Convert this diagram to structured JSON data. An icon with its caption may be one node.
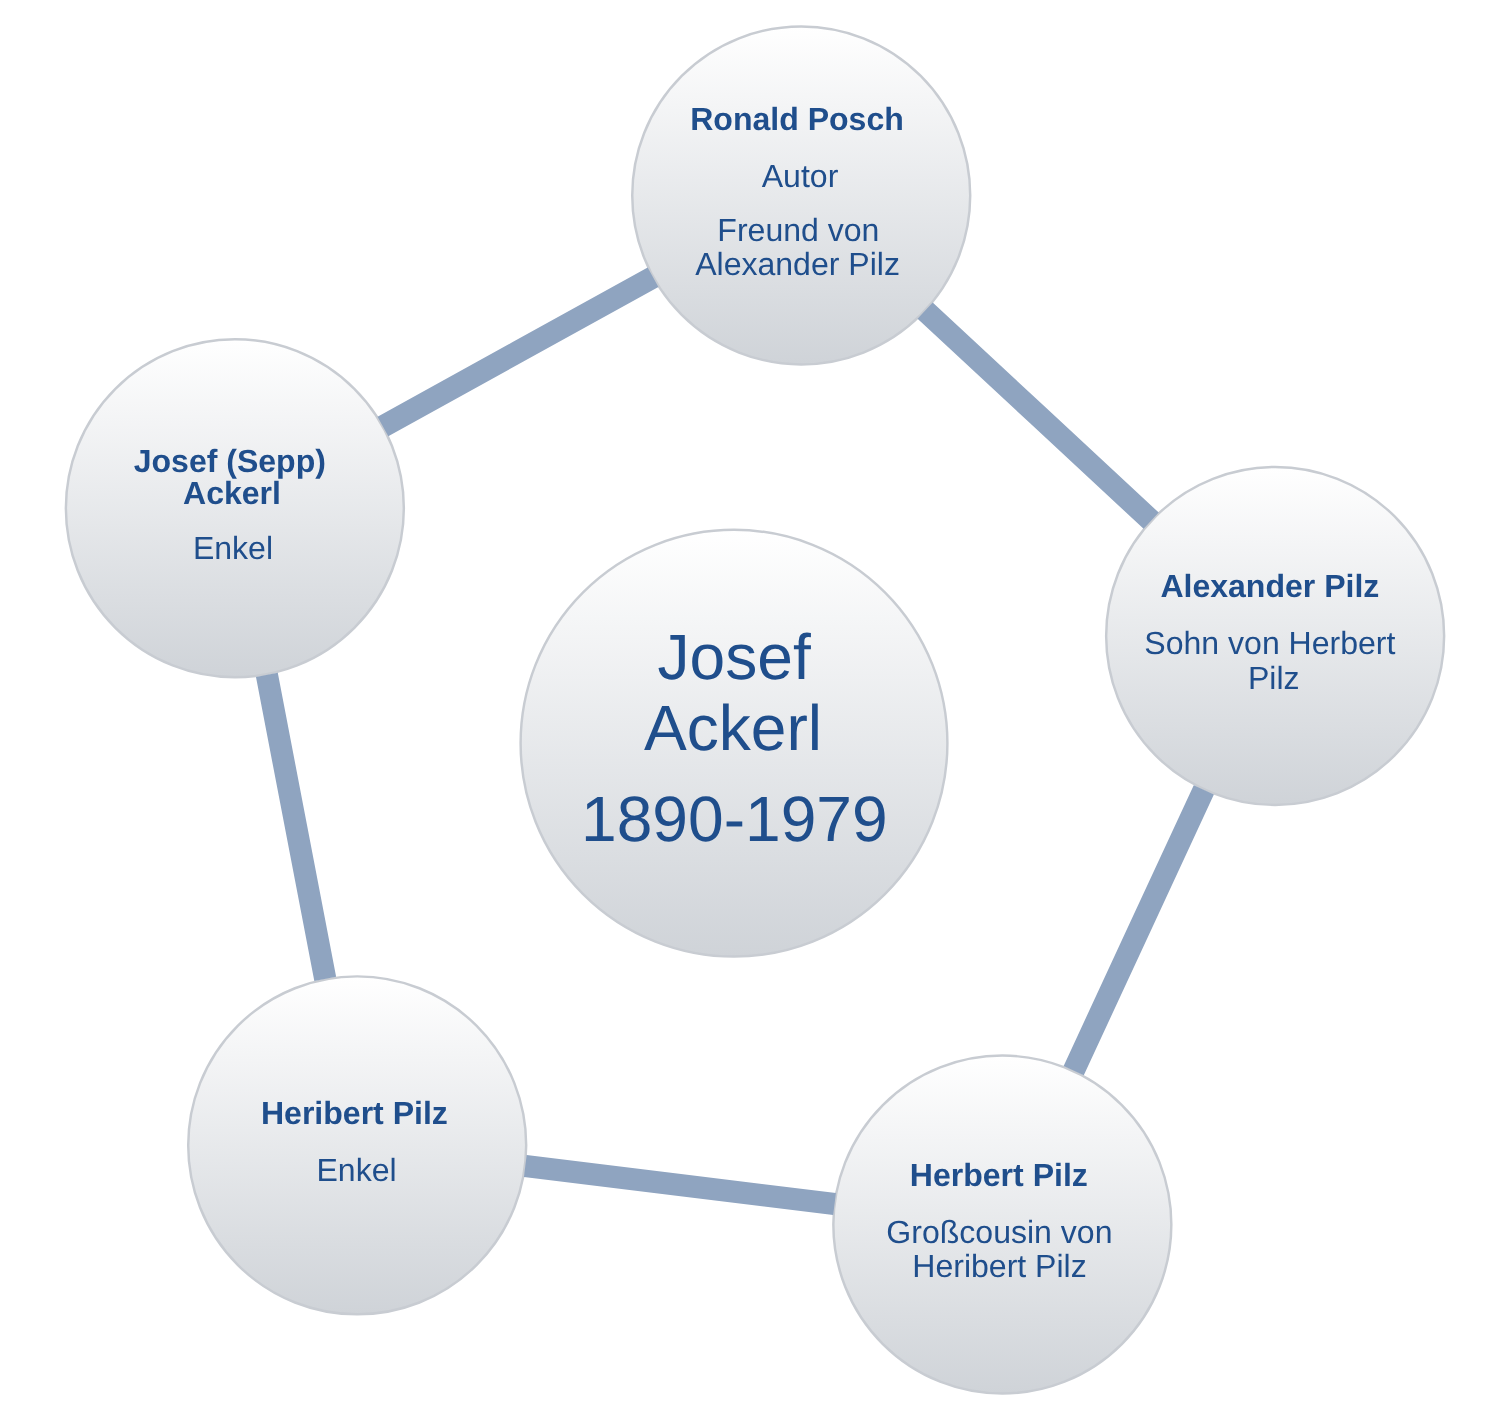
{
  "diagram": {
    "nodes": [
      {
        "text": [
          "Heribert Pilz",
          "Enkel"
        ]
      },
      {
        "text": [
          "Herbert Pilz",
          "Großcousin von Heribert Pilz"
        ]
      },
      {
        "text": [
          "Josef Ackerl",
          "1890-1979"
        ]
      },
      {
        "text": [
          "Josef (Sepp) Ackerl",
          "Enkel"
        ]
      },
      {
        "text": [
          "Alexander Pilz",
          "Sohn von Herbert Pilz"
        ]
      },
      {
        "text": [
          "Ronald Posch",
          "Autor",
          "Freund von Alexander Pilz"
        ]
      }
    ],
    "edges": [
      {
        "from": 0,
        "to": 3,
        "arrow": "none"
      },
      {
        "from": 3,
        "to": 5,
        "arrow": "none"
      },
      {
        "from": 5,
        "to": 4,
        "arrow": "none"
      },
      {
        "from": 4,
        "to": 1,
        "arrow": "none"
      },
      {
        "from": 1,
        "to": 0,
        "arrow": "none"
      }
    ]
  }
}
